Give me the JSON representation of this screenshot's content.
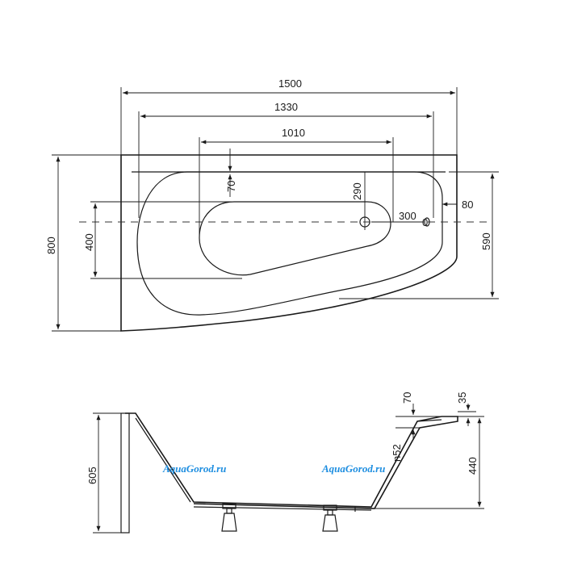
{
  "dimensions": {
    "width_total": "1500",
    "width_inner": "1330",
    "width_bottom": "1010",
    "depth_total": "800",
    "depth_bottom": "400",
    "depth_inner": "590",
    "offset_70": "70",
    "drain_290": "290",
    "drain_300": "300",
    "drain_80": "80",
    "drain_symbol": "0",
    "height_total": "605",
    "height_inner": "440",
    "rim_70": "70",
    "rim_35": "35",
    "slope_n52": "n52"
  },
  "watermark": {
    "left": "AquaGorod.ru",
    "right": "AquaGorod.ru"
  },
  "colors": {
    "line": "#1a1a1a",
    "watermark": "#1e8ee0"
  }
}
